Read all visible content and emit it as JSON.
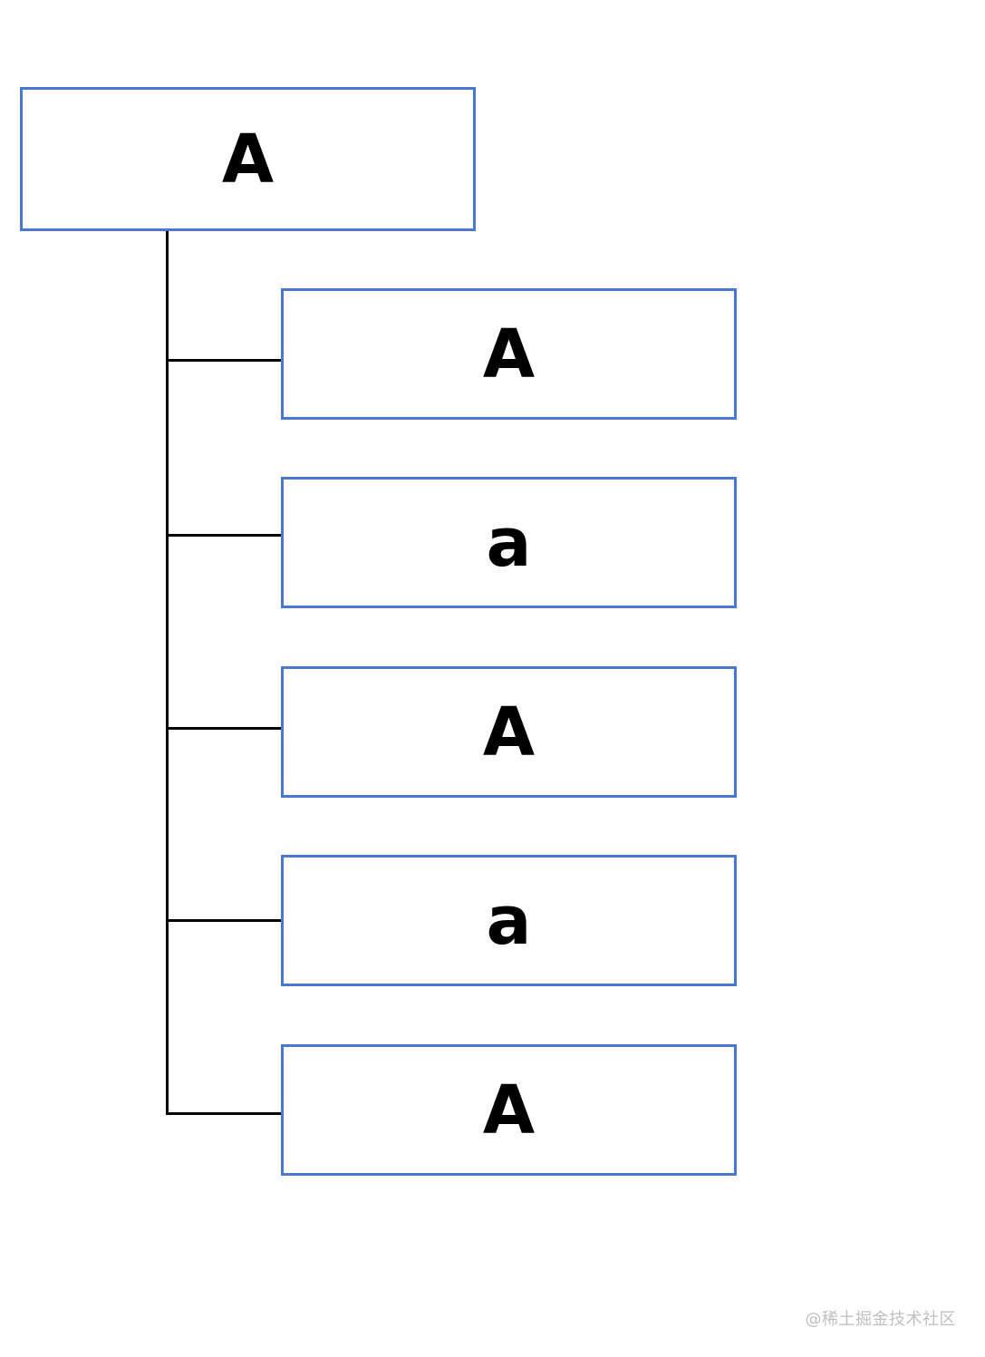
{
  "diagram": {
    "root": {
      "label": "A"
    },
    "children": [
      {
        "label": "A"
      },
      {
        "label": "a"
      },
      {
        "label": "A"
      },
      {
        "label": "a"
      },
      {
        "label": "A"
      }
    ]
  },
  "watermark": {
    "text": "@稀土掘金技术社区"
  },
  "colors": {
    "node_border": "#4a78d0",
    "connector": "#000000",
    "background": "#ffffff"
  }
}
